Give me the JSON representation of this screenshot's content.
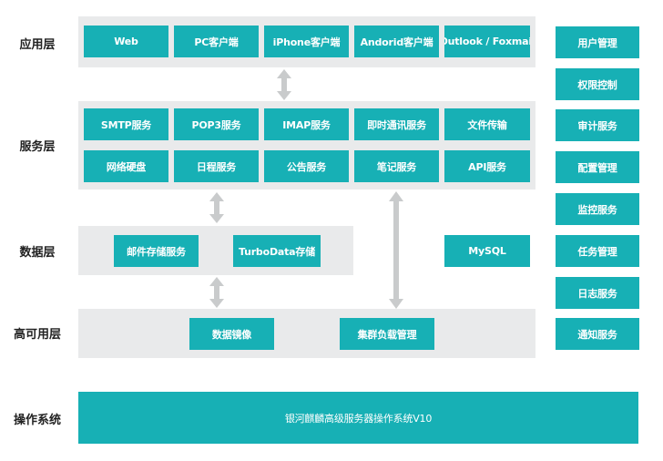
{
  "layers": {
    "app": "应用层",
    "service": "服务层",
    "data": "数据层",
    "ha": "高可用层",
    "os": "操作系统"
  },
  "app_items": [
    "Web",
    "PC客户端",
    "iPhone客户端",
    "Andorid客户端",
    "Outlook / Foxmail"
  ],
  "service_row1": [
    "SMTP服务",
    "POP3服务",
    "IMAP服务",
    "即时通讯服务",
    "文件传输"
  ],
  "service_row2": [
    "网络硬盘",
    "日程服务",
    "公告服务",
    "笔记服务",
    "API服务"
  ],
  "data_items": [
    "邮件存储服务",
    "TurboData存储",
    "MySQL"
  ],
  "ha_items": [
    "数据镜像",
    "集群负载管理"
  ],
  "os_label": "银河麒麟高级服务器操作系统V10",
  "side_items": [
    "用户管理",
    "权限控制",
    "审计服务",
    "配置管理",
    "监控服务",
    "任务管理",
    "日志服务",
    "通知服务"
  ],
  "colors": {
    "tile": "#17b0b5",
    "band": "#e9eaeb",
    "arrow": "#c9cbcc",
    "label": "#222222"
  }
}
